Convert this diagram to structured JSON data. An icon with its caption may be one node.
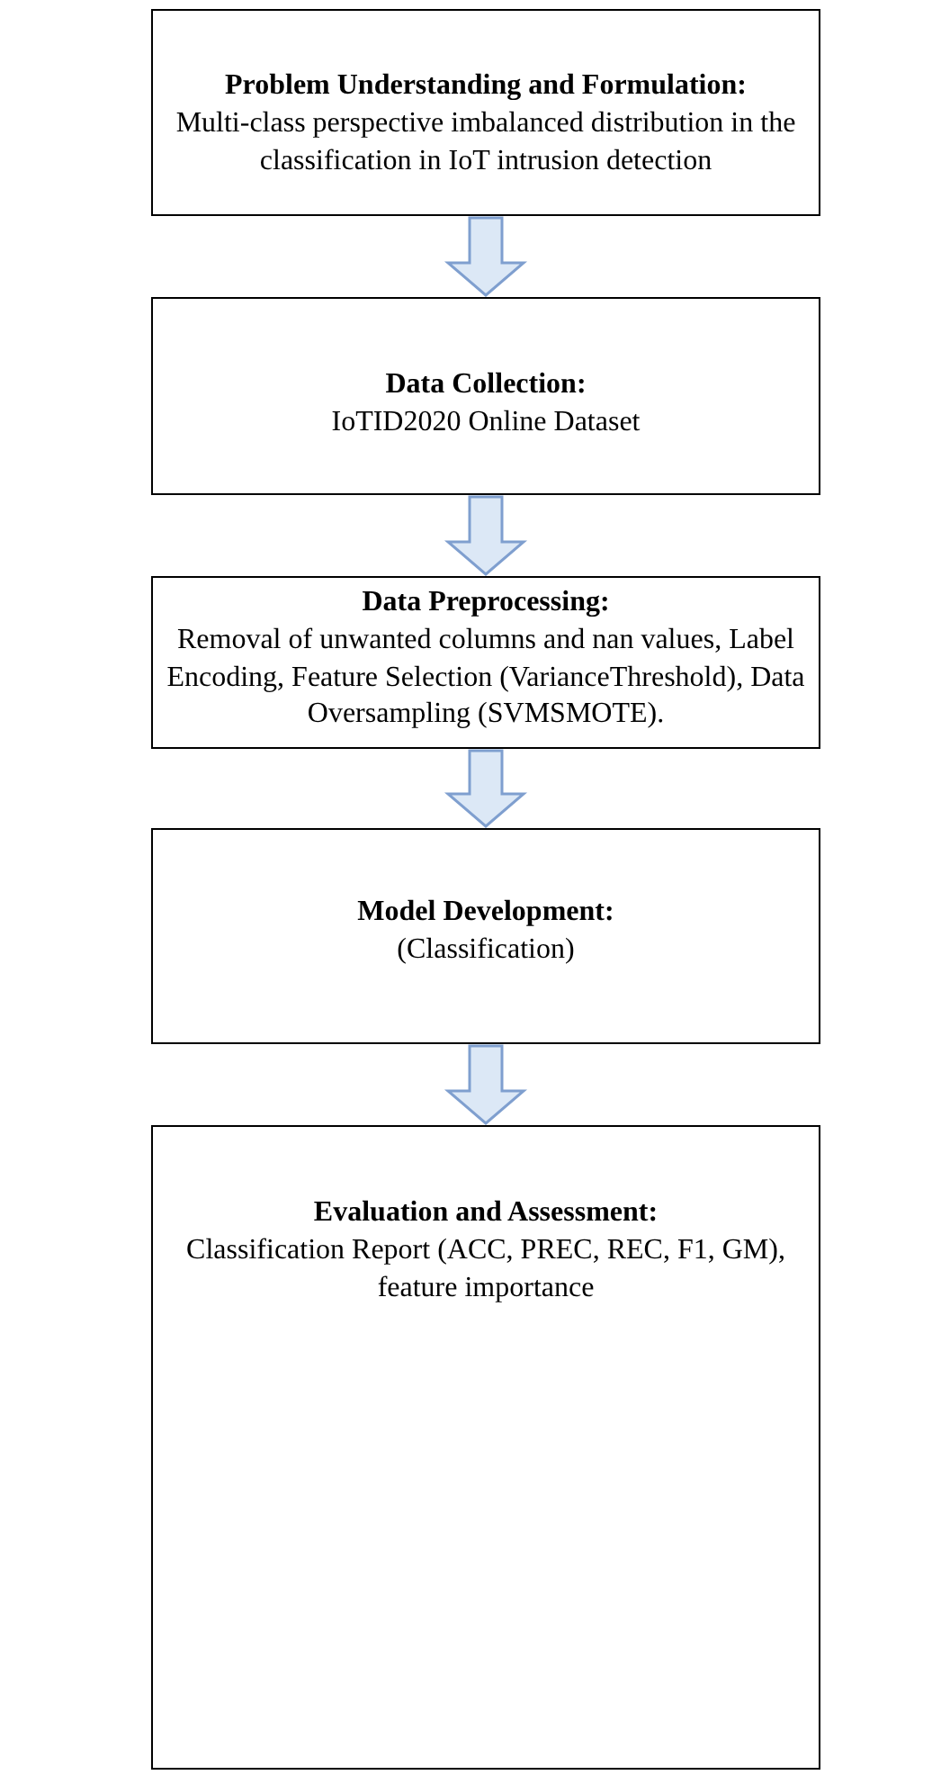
{
  "diagram": {
    "nodes": [
      {
        "text": [
          "Problem Understanding and Formulation:",
          "Multi-class perspective imbalanced distribution in the classification in IoT intrusion detection"
        ]
      },
      {
        "text": [
          "Data Collection:",
          "IoTID2020 Online Dataset"
        ]
      },
      {
        "text": [
          "Data Preprocessing:",
          "Removal of unwanted columns and nan values, Label Encoding, Feature Selection (VarianceThreshold), Data Oversampling (SVMSMOTE)."
        ]
      },
      {
        "text": [
          "Model Development:",
          "(Classification)"
        ]
      },
      {
        "text": [
          "Evaluation and Assessment:",
          "Classification Report (ACC, PREC, REC, F1, GM), feature importance"
        ]
      }
    ],
    "edges": [
      {
        "from": 0,
        "to": 1,
        "arrow": "to"
      },
      {
        "from": 1,
        "to": 2,
        "arrow": "to"
      },
      {
        "from": 2,
        "to": 3,
        "arrow": "to"
      },
      {
        "from": 3,
        "to": 4,
        "arrow": "to"
      }
    ]
  }
}
